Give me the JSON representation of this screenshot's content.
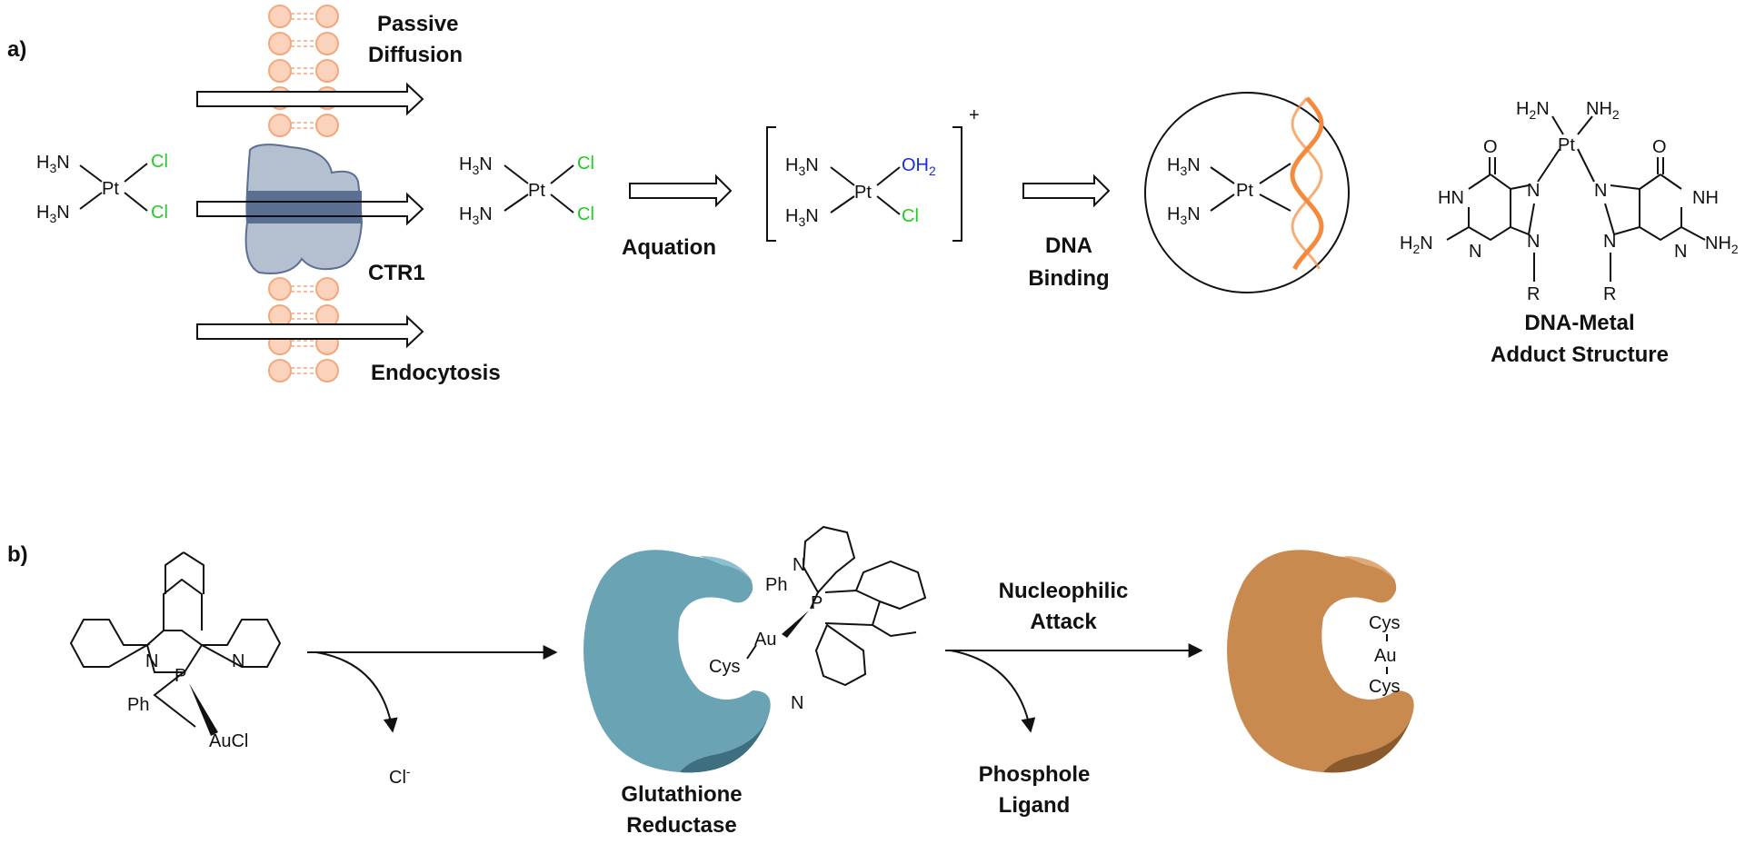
{
  "panel_a": {
    "label": "a)",
    "passive_diffusion": [
      "Passive",
      "Diffusion"
    ],
    "ctr1": "CTR1",
    "endocytosis": "Endocytosis",
    "aquation": "Aquation",
    "charge": "+",
    "dna_binding": [
      "DNA",
      "Binding"
    ],
    "adduct": [
      "DNA-Metal",
      "Adduct Structure"
    ],
    "atoms": {
      "pt": "Pt",
      "cl": "Cl",
      "nh3_h": "H",
      "nh3_n": "N",
      "sub3": "3",
      "sub2": "2",
      "oh2": "OH",
      "nh2": "NH",
      "h2n": "H",
      "o": "O",
      "hn": "HN",
      "nh": "NH",
      "n": "N",
      "r": "R"
    }
  },
  "panel_b": {
    "label": "b)",
    "cl_minus": "Cl",
    "glutathione": [
      "Glutathione",
      "Reductase"
    ],
    "nucleophilic": [
      "Nucleophilic",
      "Attack"
    ],
    "phosphole": [
      "Phosphole",
      "Ligand"
    ],
    "atoms": {
      "p": "P",
      "ph": "Ph",
      "aucl": "AuCl",
      "au": "Au",
      "cys": "Cys",
      "n": "N",
      "minus": "-"
    }
  },
  "colors": {
    "membrane": "#f5a77c",
    "membrane_fill": "#fbd3bd",
    "protein": "#b4bfcf",
    "protein_dark": "#5b6f92",
    "chloride": "#22cc22",
    "water": "#1a2bd8",
    "dna": "#f58a3c",
    "enzyme_blue": "#6aa3b3",
    "enzyme_brown": "#c98a50"
  }
}
